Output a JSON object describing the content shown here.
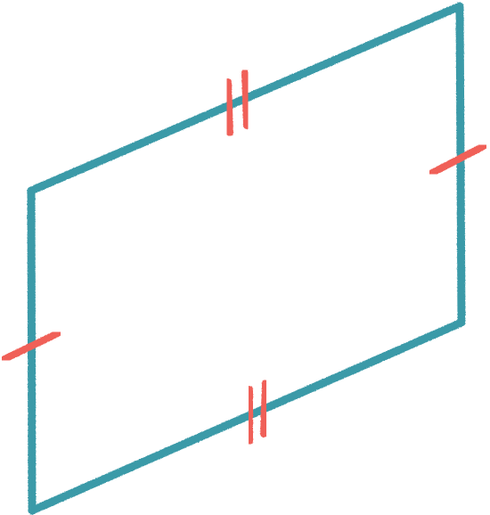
{
  "diagram": {
    "shape": "parallelogram",
    "colors": {
      "outline": "#3a9aa8",
      "tick_marks": "#f06158",
      "background": "#ffffff"
    },
    "congruence_marks": {
      "top_side": 2,
      "bottom_side": 2,
      "left_side": 1,
      "right_side": 1
    }
  }
}
